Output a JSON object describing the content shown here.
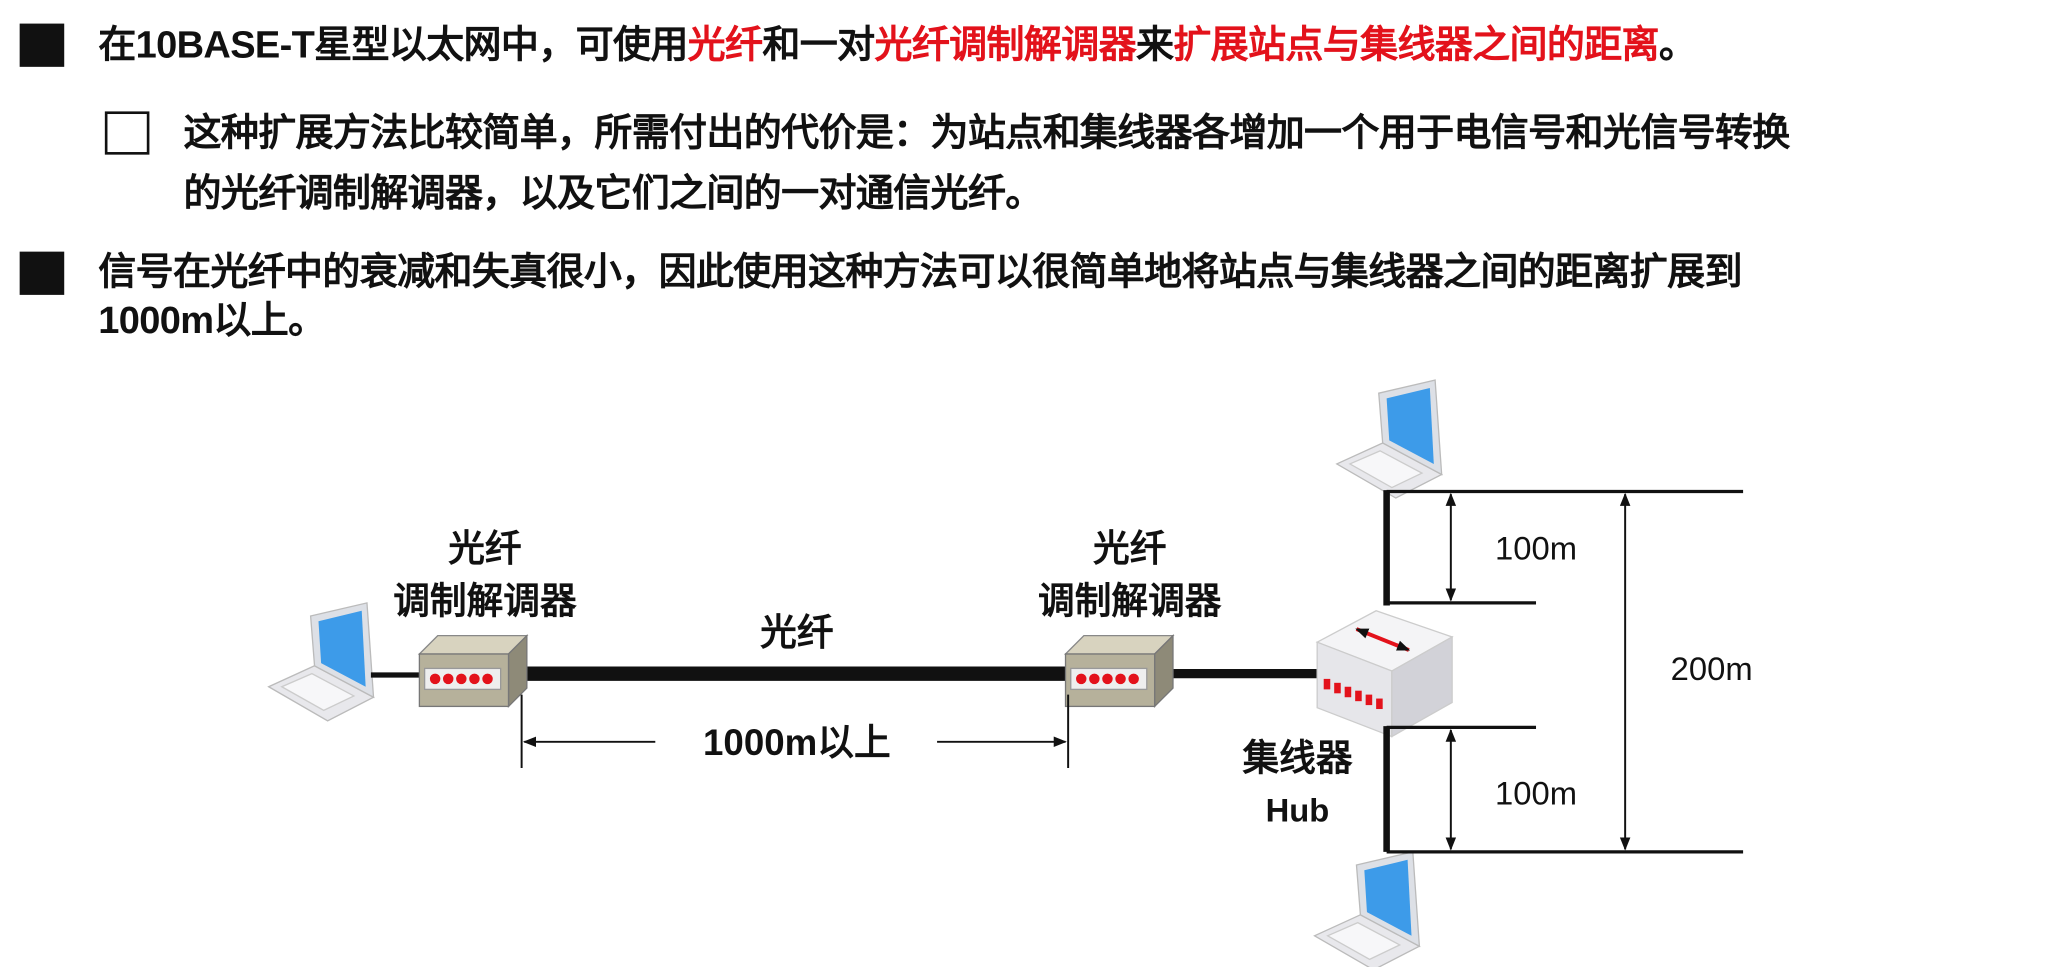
{
  "bullets": [
    {
      "parts": [
        {
          "text": "在10BASE-T星型以太网中，可使用",
          "color": "#111111"
        },
        {
          "text": "光纤",
          "color": "#e3121b"
        },
        {
          "text": "和一对",
          "color": "#111111"
        },
        {
          "text": "光纤调制解调器",
          "color": "#e3121b"
        },
        {
          "text": "来",
          "color": "#111111"
        },
        {
          "text": "扩展站点与集线器之间的距离",
          "color": "#e3121b"
        },
        {
          "text": "。",
          "color": "#111111"
        }
      ]
    },
    {
      "line1": "这种扩展方法比较简单，所需付出的代价是：为站点和集线器各增加一个用于电信号和光信号转换",
      "line2": "的光纤调制解调器，以及它们之间的一对通信光纤。"
    },
    {
      "line1": "信号在光纤中的衰减和失真很小，因此使用这种方法可以很简单地将站点与集线器之间的距离扩展到",
      "line2": "1000m以上。"
    }
  ],
  "diagram": {
    "left_modem": {
      "line1": "光纤",
      "line2": "调制解调器"
    },
    "right_modem": {
      "line1": "光纤",
      "line2": "调制解调器"
    },
    "fiber_label": "光纤",
    "fiber_distance": "1000m以上",
    "hub": {
      "label": "集线器",
      "label_en": "Hub"
    },
    "dist_top": "100m",
    "dist_bottom": "100m",
    "dist_total": "200m",
    "icons": [
      "laptop-icon",
      "modem-icon",
      "hub-icon"
    ],
    "colors": {
      "accent": "#e3121b",
      "screen": "#3d9be9"
    }
  }
}
